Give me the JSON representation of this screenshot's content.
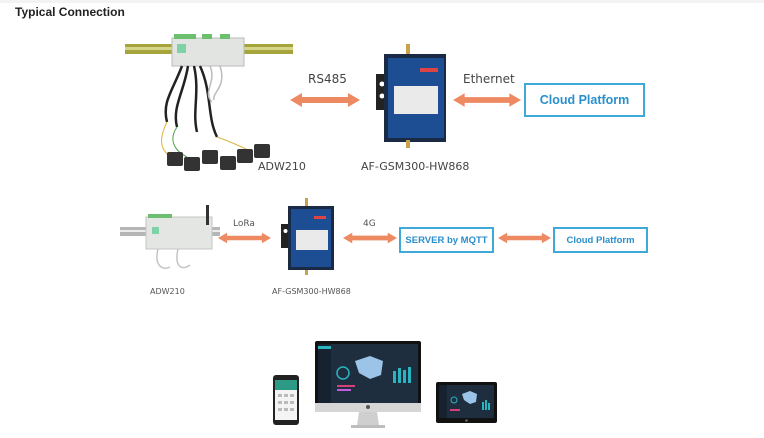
{
  "title": "Typical Connection",
  "colors": {
    "arrow": "#ee8a62",
    "box_border": "#3fa9d8",
    "box_text": "#2a8fcc"
  },
  "row1": {
    "device_label": "ADW210",
    "gateway_label": "AF-GSM300-HW868",
    "link1_label": "RS485",
    "link2_label": "Ethernet",
    "cloud_label": "Cloud Platform"
  },
  "row2": {
    "device_label": "ADW210",
    "gateway_label": "AF-GSM300-HW868",
    "link1_label": "LoRa",
    "link2_label": "4G",
    "server_label": "SERVER by MQTT",
    "cloud_label": "Cloud Platform"
  }
}
